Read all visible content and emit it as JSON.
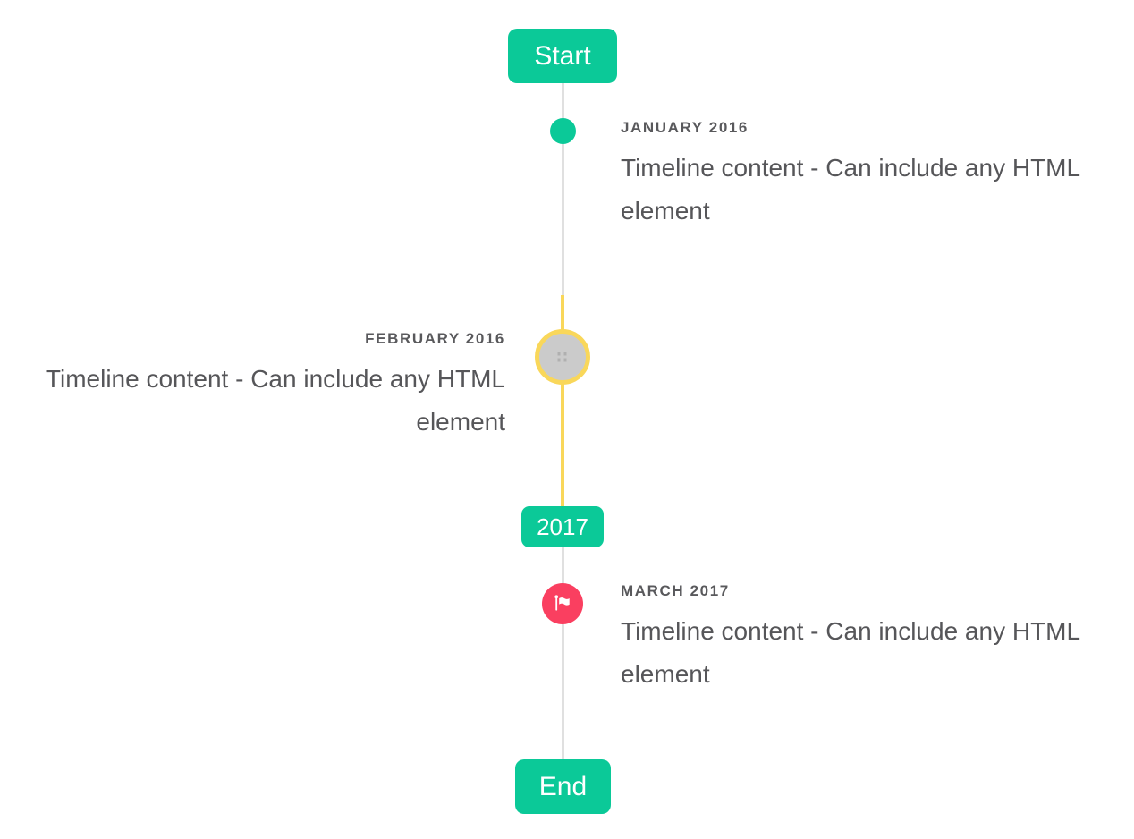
{
  "colors": {
    "page_bg": "#FFFFFF",
    "accent_teal": "#0BC998",
    "line_gray": "#E0E0E0",
    "highlight_yellow": "#F9D75A",
    "marker_gray": "#CBCBCB",
    "flag_red": "#FA3F60",
    "title_text": "#59595C",
    "content_text": "#565659",
    "button_text": "#FFFFFF"
  },
  "timeline": {
    "start_label": "Start",
    "end_label": "End",
    "year_badge": "2017",
    "items": [
      {
        "title": "JANUARY 2016",
        "content": "Timeline content - Can include any HTML element",
        "side": "right",
        "marker": "teal-dot"
      },
      {
        "title": "FEBRUARY 2016",
        "content": "Timeline content - Can include any HTML element",
        "side": "left",
        "marker": "gray-avatar-yellow-ring"
      },
      {
        "title": "MARCH 2017",
        "content": "Timeline content - Can include any HTML element",
        "side": "right",
        "marker": "red-flag"
      }
    ]
  },
  "icons": {
    "flag": "flag-icon",
    "broken_image": "broken-image-placeholder"
  }
}
